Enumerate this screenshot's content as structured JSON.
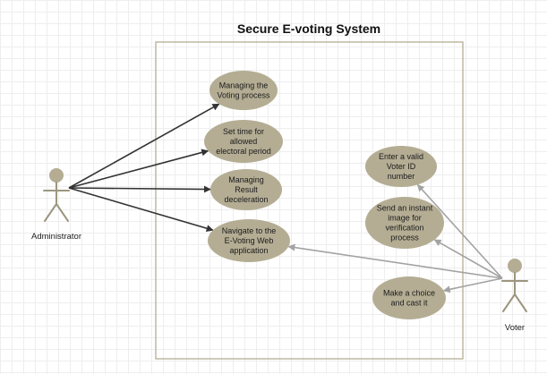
{
  "diagram": {
    "title": "Secure E-voting System",
    "colors": {
      "use_case_fill": "#b4ad94",
      "actor_head": "#b4ad94",
      "actor_body": "#9c967f",
      "boundary": "#b3ad94",
      "admin_arrow": "#333333",
      "voter_arrow": "#a3a3a3"
    },
    "actors": [
      {
        "id": "administrator",
        "label": "Administrator"
      },
      {
        "id": "voter",
        "label": "Voter"
      }
    ],
    "use_cases": [
      {
        "id": "managing-voting",
        "lines": [
          "Managing the",
          "Voting process"
        ]
      },
      {
        "id": "set-time",
        "lines": [
          "Set time for",
          "allowed",
          "electoral period"
        ]
      },
      {
        "id": "managing-result",
        "lines": [
          "Managing",
          "Result",
          "deceleration"
        ]
      },
      {
        "id": "navigate-web",
        "lines": [
          "Navigate to the",
          "E-Voting Web",
          "application"
        ]
      },
      {
        "id": "enter-voter-id",
        "lines": [
          "Enter a valid",
          "Voter ID",
          "number"
        ]
      },
      {
        "id": "send-image",
        "lines": [
          "Send an instant",
          "image for",
          "verification",
          "process"
        ]
      },
      {
        "id": "cast-vote",
        "lines": [
          "Make a choice",
          "and cast it"
        ]
      }
    ],
    "associations": [
      {
        "from": "administrator",
        "to": "managing-voting"
      },
      {
        "from": "administrator",
        "to": "set-time"
      },
      {
        "from": "administrator",
        "to": "managing-result"
      },
      {
        "from": "administrator",
        "to": "navigate-web"
      },
      {
        "from": "voter",
        "to": "enter-voter-id"
      },
      {
        "from": "voter",
        "to": "send-image"
      },
      {
        "from": "voter",
        "to": "navigate-web"
      },
      {
        "from": "voter",
        "to": "cast-vote"
      }
    ]
  }
}
